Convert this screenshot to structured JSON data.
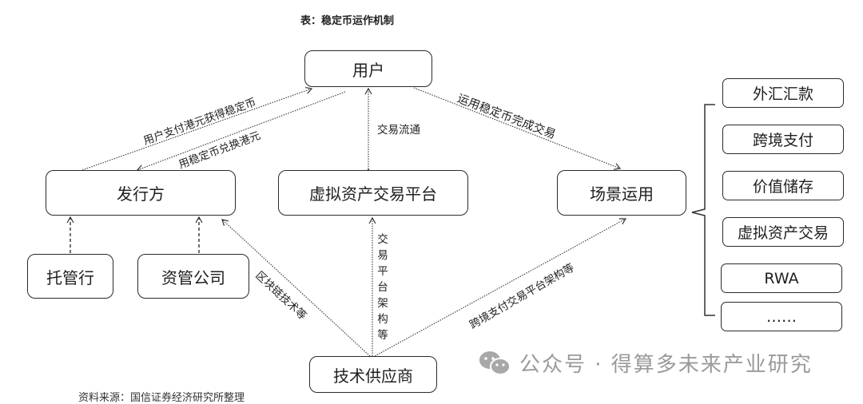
{
  "title": "表：稳定币运作机制",
  "nodes": {
    "user": "用户",
    "issuer": "发行方",
    "platform": "虚拟资产交易平台",
    "scenario": "场景运用",
    "custodian": "托管行",
    "asset_manager": "资管公司",
    "tech_provider": "技术供应商"
  },
  "edge_labels": {
    "user_pays_hkd": "用户支付港元获得稳定币",
    "redeem_hkd": "用稳定币兑换港元",
    "trade_circulation": "交易流通",
    "complete_trade": "运用稳定币完成交易",
    "blockchain_tech": "区块链技术等",
    "platform_arch": "交易平台架构等",
    "cross_border_arch": "跨境支付交易平台架构等"
  },
  "scenarios": [
    "外汇汇款",
    "跨境支付",
    "价值储存",
    "虚拟资产交易",
    "RWA",
    "……"
  ],
  "watermark": "公众号 · 得算多未来产业研究",
  "source_note": "资料来源：国信证券经济研究所整理"
}
